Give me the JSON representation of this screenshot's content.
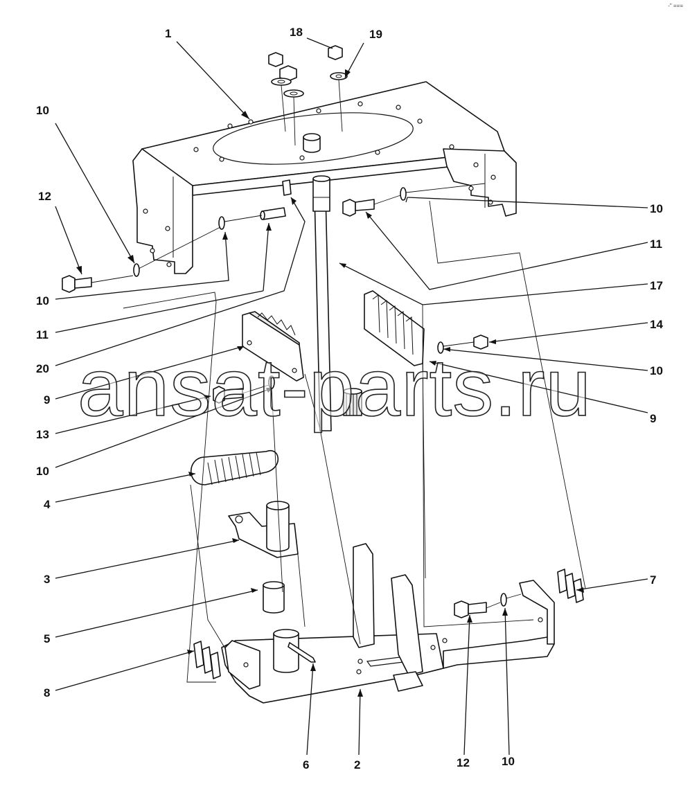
{
  "diagram": {
    "watermark": "ansat-parts.ru",
    "corner_mark": "-\" ===",
    "callouts": [
      {
        "id": "c1",
        "label": "1"
      },
      {
        "id": "c18",
        "label": "18"
      },
      {
        "id": "c19",
        "label": "19"
      },
      {
        "id": "c10a",
        "label": "10"
      },
      {
        "id": "c12a",
        "label": "12"
      },
      {
        "id": "c10b",
        "label": "10"
      },
      {
        "id": "c11a",
        "label": "11"
      },
      {
        "id": "c20",
        "label": "20"
      },
      {
        "id": "c9a",
        "label": "9"
      },
      {
        "id": "c13",
        "label": "13"
      },
      {
        "id": "c10c",
        "label": "10"
      },
      {
        "id": "c4",
        "label": "4"
      },
      {
        "id": "c3",
        "label": "3"
      },
      {
        "id": "c5",
        "label": "5"
      },
      {
        "id": "c8",
        "label": "8"
      },
      {
        "id": "c6",
        "label": "6"
      },
      {
        "id": "c2",
        "label": "2"
      },
      {
        "id": "c12b",
        "label": "12"
      },
      {
        "id": "c10d",
        "label": "10"
      },
      {
        "id": "c7",
        "label": "7"
      },
      {
        "id": "c9b",
        "label": "9"
      },
      {
        "id": "c10e",
        "label": "10"
      },
      {
        "id": "c14",
        "label": "14"
      },
      {
        "id": "c17",
        "label": "17"
      },
      {
        "id": "c11b",
        "label": "11"
      },
      {
        "id": "c10f",
        "label": "10"
      }
    ]
  }
}
